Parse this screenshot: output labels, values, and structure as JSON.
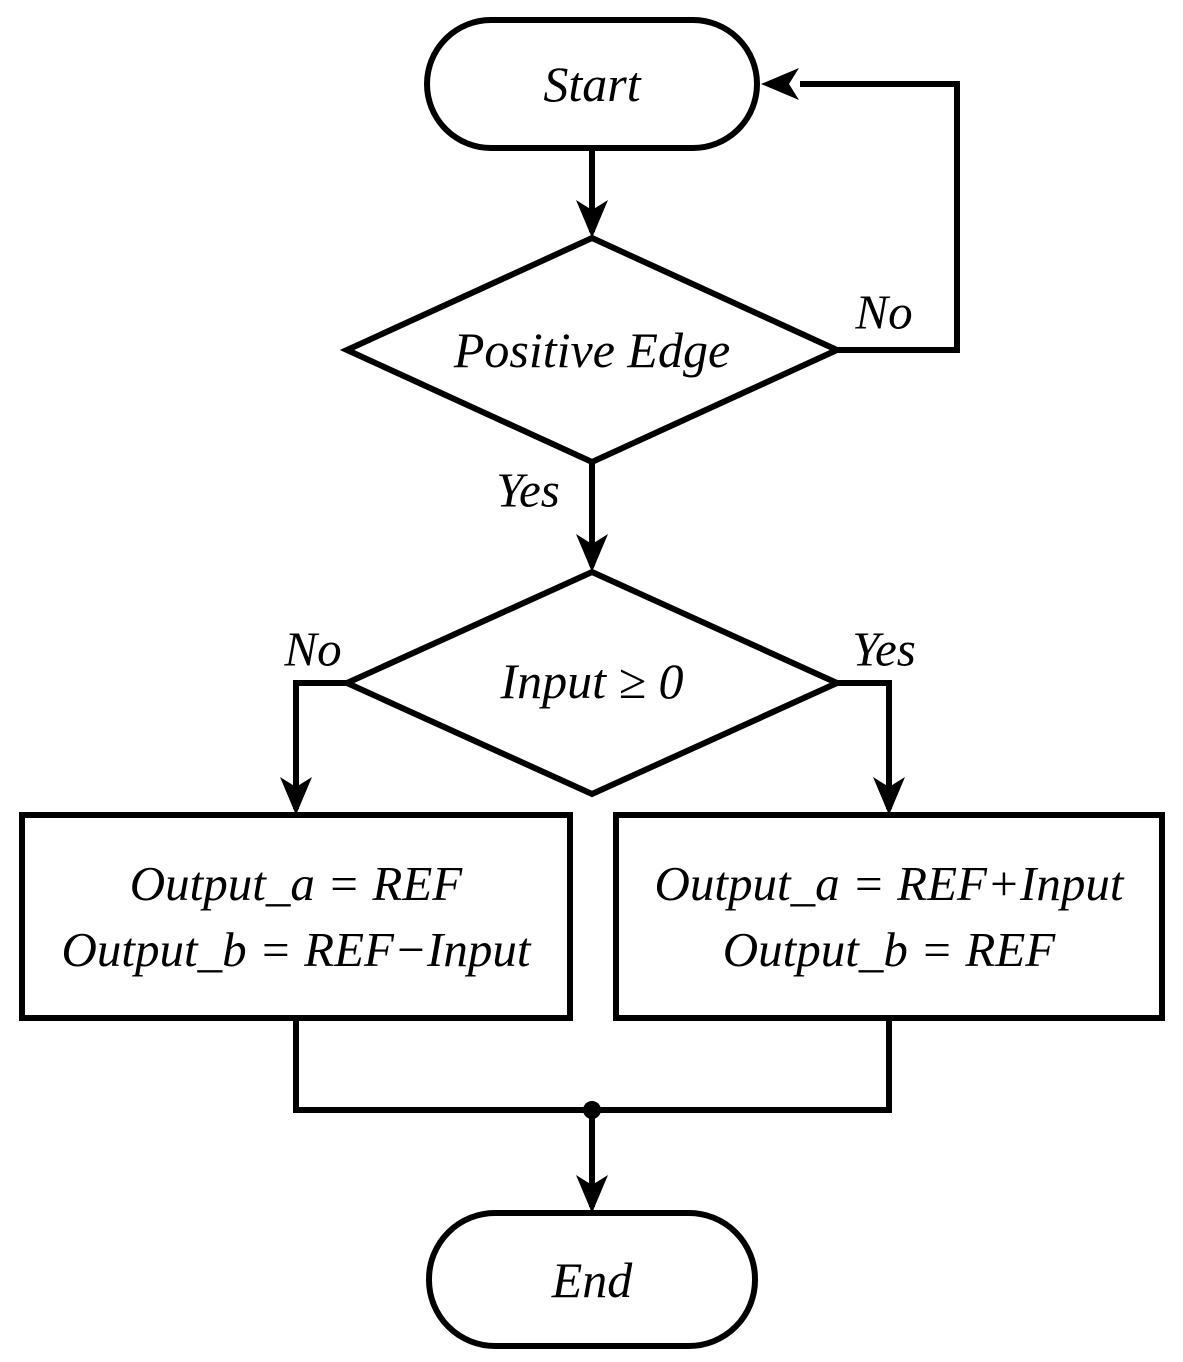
{
  "diagram": {
    "colors": {
      "stroke": "#000000",
      "background": "#ffffff"
    },
    "nodes": {
      "start": {
        "label": "Start"
      },
      "decision_positive_edge": {
        "label": "Positive Edge"
      },
      "decision_input": {
        "label": "Input ≥ 0"
      },
      "process_negative": {
        "lines": [
          "Output_a = REF",
          "Output_b = REF−Input"
        ]
      },
      "process_positive": {
        "lines": [
          "Output_a = REF+Input",
          "Output_b = REF"
        ]
      },
      "end": {
        "label": "End"
      }
    },
    "edge_labels": {
      "positive_edge_no": "No",
      "positive_edge_yes": "Yes",
      "input_no": "No",
      "input_yes": "Yes"
    }
  }
}
